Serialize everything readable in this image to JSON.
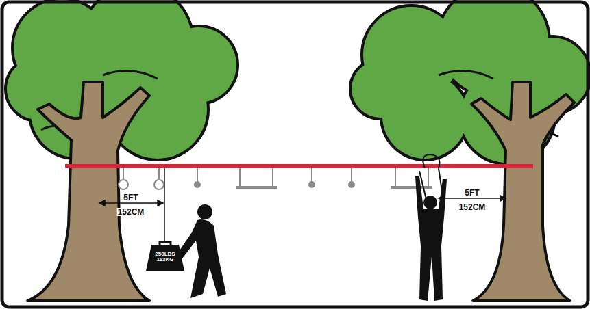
{
  "diagram": {
    "nodes": [
      {
        "text": [
          "250LBS 113KG"
        ]
      }
    ],
    "labels": [
      "5FT",
      "152CM",
      "5FT",
      "152CM"
    ]
  }
}
